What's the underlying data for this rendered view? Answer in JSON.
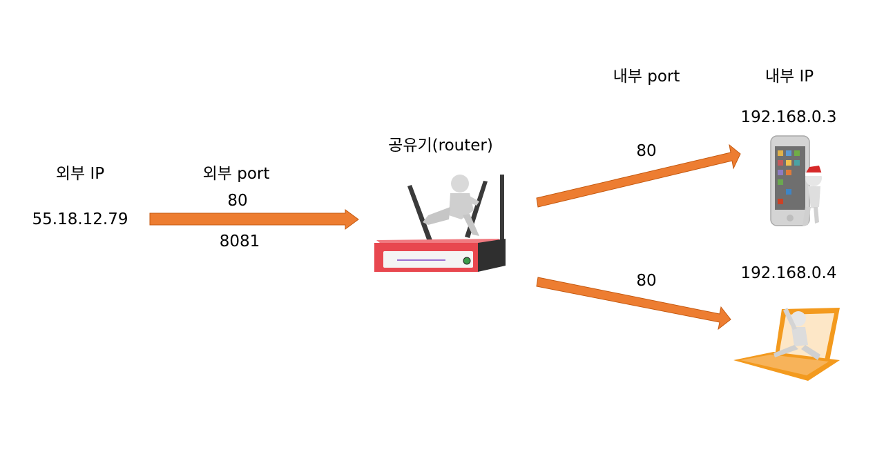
{
  "external": {
    "ip_header": "외부 IP",
    "port_header": "외부 port",
    "ip": "55.18.12.79",
    "port_top": "80",
    "port_bottom": "8081"
  },
  "router": {
    "label": "공유기(router)"
  },
  "internal": {
    "port_header": "내부 port",
    "ip_header": "내부 IP",
    "port_to_phone": "80",
    "port_to_laptop": "80",
    "phone_ip": "192.168.0.3",
    "laptop_ip": "192.168.0.4"
  },
  "colors": {
    "arrow": "#ED7D31",
    "arrow_stroke": "#C55A11",
    "router_body": "#E8474F",
    "laptop": "#F39A1E"
  },
  "icons": [
    "router-figure-icon",
    "phone-figure-icon",
    "laptop-figure-icon"
  ]
}
